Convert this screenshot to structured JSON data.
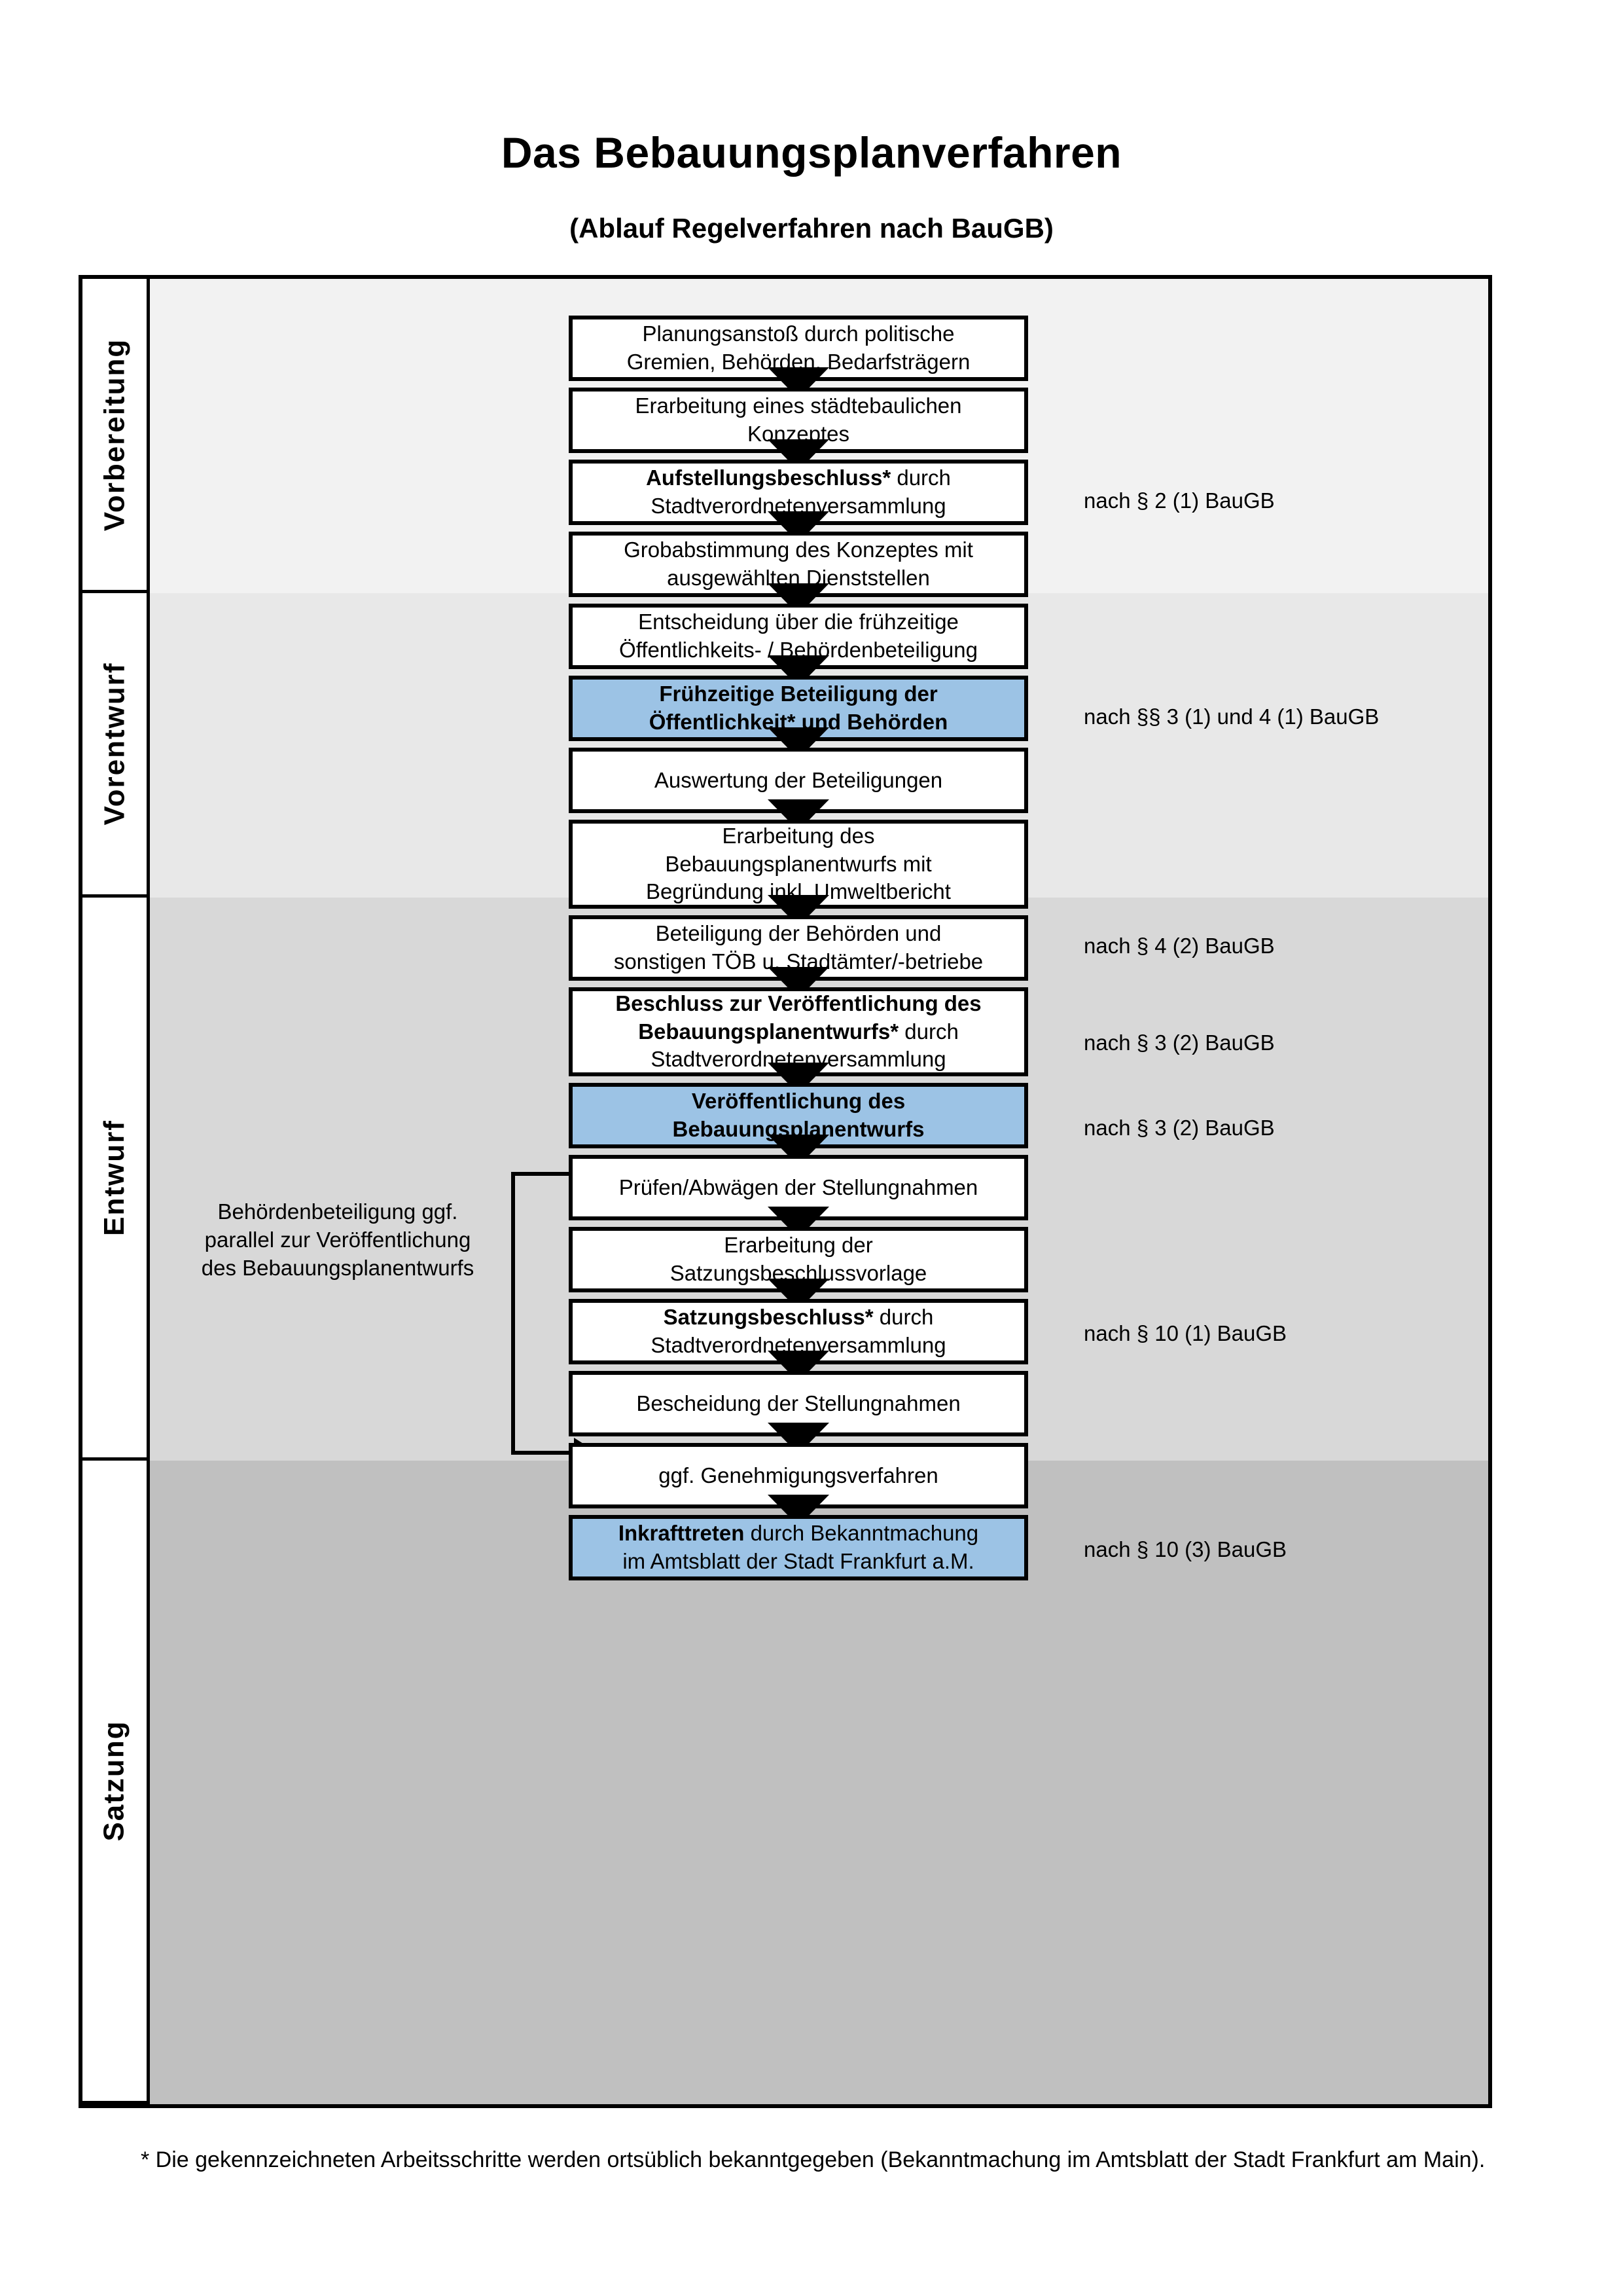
{
  "title": "Das Bebauungsplanverfahren",
  "subtitle": "(Ablauf Regelverfahren nach BauGB)",
  "colors": {
    "highlight": "#9CC3E5",
    "lane_vorbereitung": "#F2F2F2",
    "lane_vorentwurf": "#E8E8E8",
    "lane_entwurf": "#D8D8D8",
    "lane_satzung": "#C0C0C0",
    "outline": "#000000"
  },
  "lanes": [
    {
      "label": "Vorbereitung"
    },
    {
      "label": "Vorentwurf"
    },
    {
      "label": "Entwurf"
    },
    {
      "label": "Satzung"
    }
  ],
  "steps": [
    {
      "line1": "Planungsanstoß durch politische",
      "line2": "Gremien, Behörden, Bedarfsträgern",
      "bold": "",
      "highlight": false
    },
    {
      "line1": "Erarbeitung eines städtebaulichen",
      "line2": "Konzeptes",
      "bold": "",
      "highlight": false
    },
    {
      "line1": " durch",
      "line2": "Stadtverordnetenversammlung",
      "bold": "Aufstellungsbeschluss*",
      "highlight": false
    },
    {
      "line1": "Grobabstimmung des Konzeptes mit",
      "line2": "ausgewählten Dienststellen",
      "bold": "",
      "highlight": false
    },
    {
      "line1": "Entscheidung über die frühzeitige",
      "line2": "Öffentlichkeits- / Behördenbeteiligung",
      "bold": "",
      "highlight": false
    },
    {
      "line1": "Frühzeitige Beteiligung der",
      "line2": "Öffentlichkeit* und Behörden",
      "bold": "both",
      "highlight": true
    },
    {
      "line1": "Auswertung der Beteiligungen",
      "line2": "",
      "bold": "",
      "highlight": false
    },
    {
      "line1": "Erarbeitung des",
      "line2": "Bebauungsplanentwurfs mit",
      "line3": "Begründung inkl. Umweltbericht",
      "bold": "",
      "highlight": false
    },
    {
      "line1": "Beteiligung der Behörden und",
      "line2": "sonstigen TÖB u. Stadtämter/-betriebe",
      "bold": "",
      "highlight": false
    },
    {
      "line1": "Beschluss zur Veröffentlichung des",
      "line2": "Bebauungsplanentwurfs*",
      "line2_suffix": " durch",
      "line3": "Stadtverordnetenversammlung",
      "bold": "lines12",
      "highlight": false
    },
    {
      "line1": "Veröffentlichung des",
      "line2": "Bebauungsplanentwurfs",
      "bold": "both",
      "highlight": true
    },
    {
      "line1": "Prüfen/Abwägen der Stellungnahmen",
      "line2": "",
      "bold": "",
      "highlight": false
    },
    {
      "line1": "Erarbeitung der",
      "line2": "Satzungsbeschlussvorlage",
      "bold": "",
      "highlight": false
    },
    {
      "line1": " durch",
      "line2": "Stadtverordnetenversammlung",
      "bold": "Satzungsbeschluss*",
      "highlight": false
    },
    {
      "line1": "Bescheidung der Stellungnahmen",
      "line2": "",
      "bold": "",
      "highlight": false
    },
    {
      "line1": "ggf. Genehmigungsverfahren",
      "line2": "",
      "bold": "",
      "highlight": false
    },
    {
      "line1": " durch Bekanntmachung",
      "line2": "im Amtsblatt der Stadt Frankfurt a.M.",
      "bold": "Inkrafttreten",
      "highlight": true
    }
  ],
  "references": [
    {
      "text": "nach § 2 (1) BauGB"
    },
    {
      "text": "nach §§ 3 (1) und 4 (1) BauGB"
    },
    {
      "text": "nach § 4 (2) BauGB"
    },
    {
      "text": "nach § 3 (2) BauGB"
    },
    {
      "text": "nach § 3 (2) BauGB"
    },
    {
      "text": "nach § 10 (1) BauGB"
    },
    {
      "text": "nach § 10 (3) BauGB"
    }
  ],
  "sidenote": {
    "line1": "Behördenbeteiligung",
    "line2": "ggf. parallel zur",
    "line3": "Veröffentlichung des",
    "line4": "Bebauungsplanentwurfs"
  },
  "footnote": "* Die gekennzeichneten Arbeitsschritte werden ortsüblich bekanntgegeben (Bekanntmachung im Amtsblatt  der Stadt Frankfurt am Main)."
}
